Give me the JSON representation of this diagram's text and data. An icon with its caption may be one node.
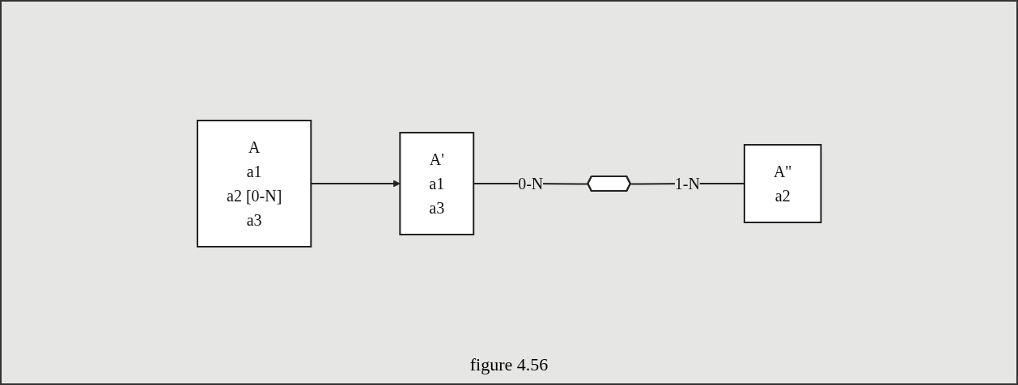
{
  "diagram": {
    "caption": "figure 4.56",
    "nodes": [
      {
        "text": [
          "A",
          "a1",
          "a2 [0-N]",
          "a3"
        ]
      },
      {
        "text": [
          "A'",
          "a1",
          "a3"
        ]
      },
      {
        "text": [],
        "shape": "hexagon"
      },
      {
        "text": [
          "A\"",
          "a2"
        ]
      }
    ],
    "edges": [
      {
        "from": 0,
        "to": 1,
        "arrow": "to"
      },
      {
        "from": 1,
        "to": 2,
        "arrow": "none",
        "label": "0-N"
      },
      {
        "from": 2,
        "to": 3,
        "arrow": "none",
        "label": "1-N"
      }
    ]
  }
}
